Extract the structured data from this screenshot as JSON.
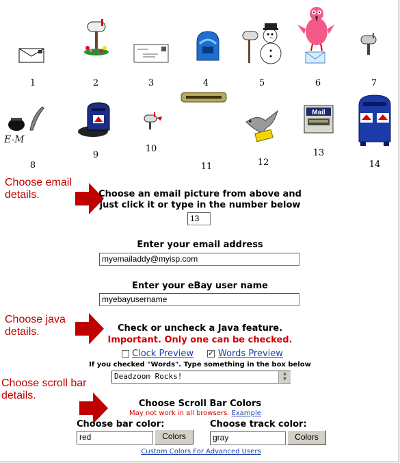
{
  "pictures": {
    "numbers": [
      "1",
      "2",
      "3",
      "4",
      "5",
      "6",
      "7",
      "8",
      "9",
      "10",
      "11",
      "12",
      "13",
      "14"
    ],
    "icons": [
      "envelope-icon",
      "mailbox-flowers-icon",
      "stamped-letter-icon",
      "blue-mailbox-icon",
      "snowman-mailbox-icon",
      "pink-bird-letter-icon",
      "small-mailbox-icon",
      "quill-ink-icon",
      "us-mailbox-icon",
      "tiny-mailbox-icon",
      "mail-slot-icon",
      "dove-letter-icon",
      "mail-drop-icon",
      "big-mailbox-icon"
    ],
    "quill_text": "E-M",
    "mail_drop_text": "Mail"
  },
  "sections": {
    "email_details": "Choose email\ndetails.",
    "java_details": "Choose java\ndetails.",
    "scroll_details": "Choose scroll bar\ndetails."
  },
  "email_picture": {
    "instruction_line1": "Choose an email picture from above and",
    "instruction_line2": "just click it or type in the number below",
    "value": "13"
  },
  "email_address": {
    "label": "Enter your email address",
    "value": "myemailaddy@myisp.com"
  },
  "ebay_user": {
    "label": "Enter your eBay user name",
    "value": "myebayusername"
  },
  "java": {
    "title": "Check or uncheck a Java feature.",
    "warning": "Important. Only one can be checked.",
    "clock_label": "Clock Preview",
    "clock_checked": false,
    "words_label": "Words Preview",
    "words_checked": true,
    "words_hint": "If you checked \"Words\". Type something in the box below",
    "words_value": "Deadzoom Rocks!"
  },
  "scroll": {
    "title": "Choose Scroll Bar Colors",
    "note": "May not work in all browsers.",
    "example_link": "Example",
    "bar_label": "Choose bar color:",
    "bar_value": "red",
    "track_label": "Choose track color:",
    "track_value": "gray",
    "colors_button": "Colors",
    "custom_link": "Custom Colors For Advanced Users"
  },
  "colors": {
    "accent_red": "#c00000",
    "link_blue": "#1a3fb0"
  }
}
